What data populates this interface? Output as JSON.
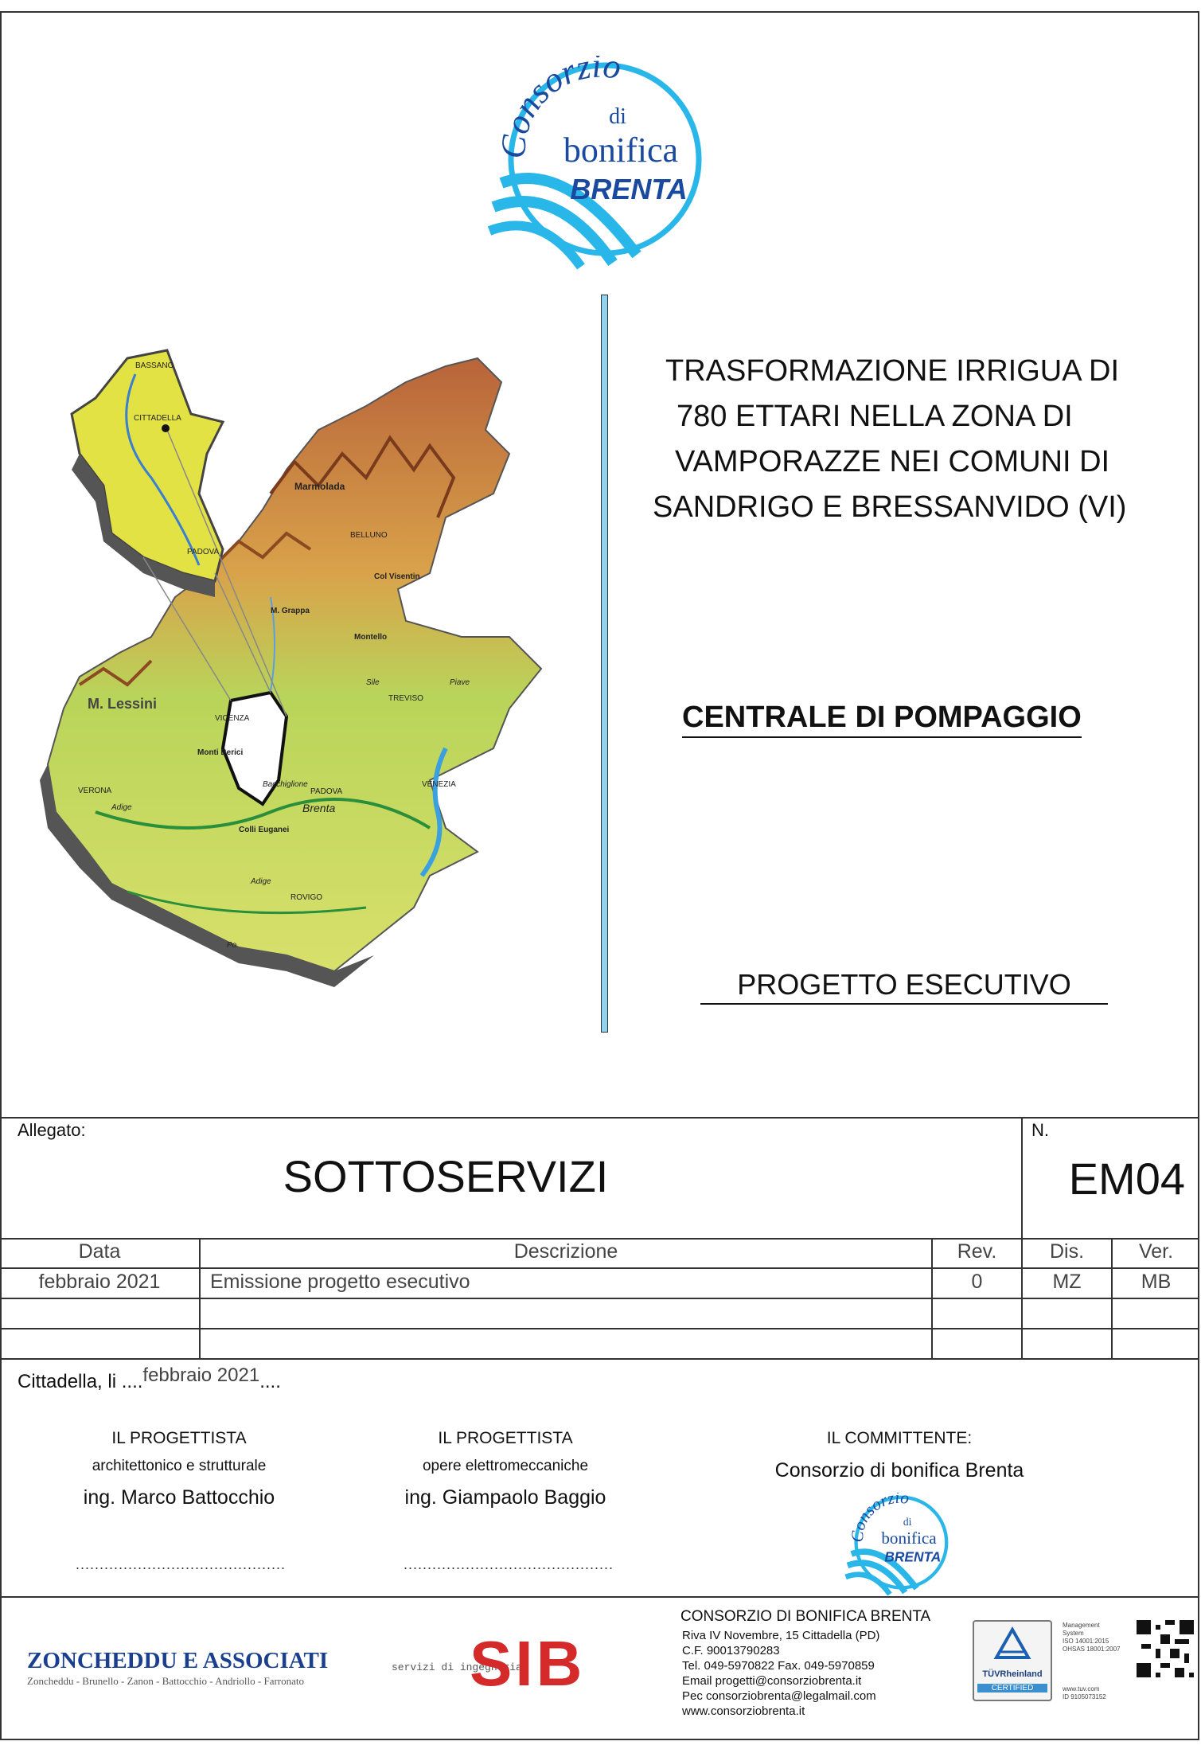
{
  "logo": {
    "line1": "Consorzio",
    "line2": "di",
    "line3": "bonifica",
    "line4": "BRENTA"
  },
  "map": {
    "labels": [
      "BASSANO",
      "CITTADELLA",
      "PADOVA",
      "Marmolada",
      "BELLUNO",
      "Col Visentin",
      "M. Grappa",
      "Montello",
      "TREVISO",
      "M. Lessini",
      "VICENZA",
      "Monti Berici",
      "PADOVA",
      "VENEZIA",
      "VERONA",
      "Colli Euganei",
      "ROVIGO",
      "Adige",
      "Adige",
      "Po",
      "Piave",
      "Bacchiglione",
      "Brenta",
      "Sile"
    ]
  },
  "project": {
    "title_lines": [
      "TRASFORMAZIONE IRRIGUA DI",
      "780 ETTARI NELLA ZONA DI",
      "VAMPORAZZE NEI COMUNI DI",
      "SANDRIGO E BRESSANVIDO (VI)"
    ],
    "subject": "CENTRALE DI POMPAGGIO",
    "phase": "PROGETTO ESECUTIVO"
  },
  "allegato": {
    "label": "Allegato:",
    "title": "SOTTOSERVIZI",
    "n_label": "N.",
    "code": "EM04"
  },
  "revisions": {
    "headers": [
      "Data",
      "Descrizione",
      "Rev.",
      "Dis.",
      "Ver."
    ],
    "rows": [
      [
        "febbraio 2021",
        "Emissione progetto esecutivo",
        "0",
        "MZ",
        "MB"
      ]
    ]
  },
  "place_date": {
    "prefix": "Cittadella, li",
    "dots_before": "....",
    "date": "febbraio 2021",
    "dots_after": "...."
  },
  "signatures": [
    {
      "role": "IL PROGETTISTA",
      "sub": "architettonico e strutturale",
      "name": "ing. Marco Battocchio"
    },
    {
      "role": "IL PROGETTISTA",
      "sub": "opere elettromeccaniche",
      "name": "ing. Giampaolo Baggio"
    },
    {
      "role": "IL COMMITTENTE:",
      "name": "Consorzio di bonifica Brenta"
    }
  ],
  "dotted_line": "............................................",
  "footer": {
    "zoncheddu_title": "ZONCHEDDU E ASSOCIATI",
    "zoncheddu_sub": "Zoncheddu - Brunello - Zanon - Battocchio - Andriollo - Farronato",
    "sib_text": "servizi di ingegneria",
    "sib_logo": "SIB",
    "consorzio_name": "CONSORZIO DI BONIFICA BRENTA",
    "contact_lines": [
      "Riva IV Novembre, 15 Cittadella (PD)",
      "C.F. 90013790283",
      "Tel. 049-5970822  Fax. 049-5970859",
      "Email progetti@consorziobrenta.it",
      "Pec consorziobrenta@legalmail.com",
      "www.consorziobrenta.it"
    ],
    "tuv": {
      "brand": "TÜVRheinland",
      "certified": "CERTIFIED",
      "system_lines": [
        "Management",
        "System",
        "ISO 14001:2015",
        "OHSAS 18001:2007"
      ],
      "web_lines": [
        "www.tuv.com",
        "ID 9105073152"
      ]
    }
  },
  "colors": {
    "accent_blue": "#1a4aa0",
    "wave_blue": "#29b6e8",
    "frame": "#333333",
    "sib_red": "#d42a2a",
    "zoncheddu_blue": "#1b3f8f"
  }
}
